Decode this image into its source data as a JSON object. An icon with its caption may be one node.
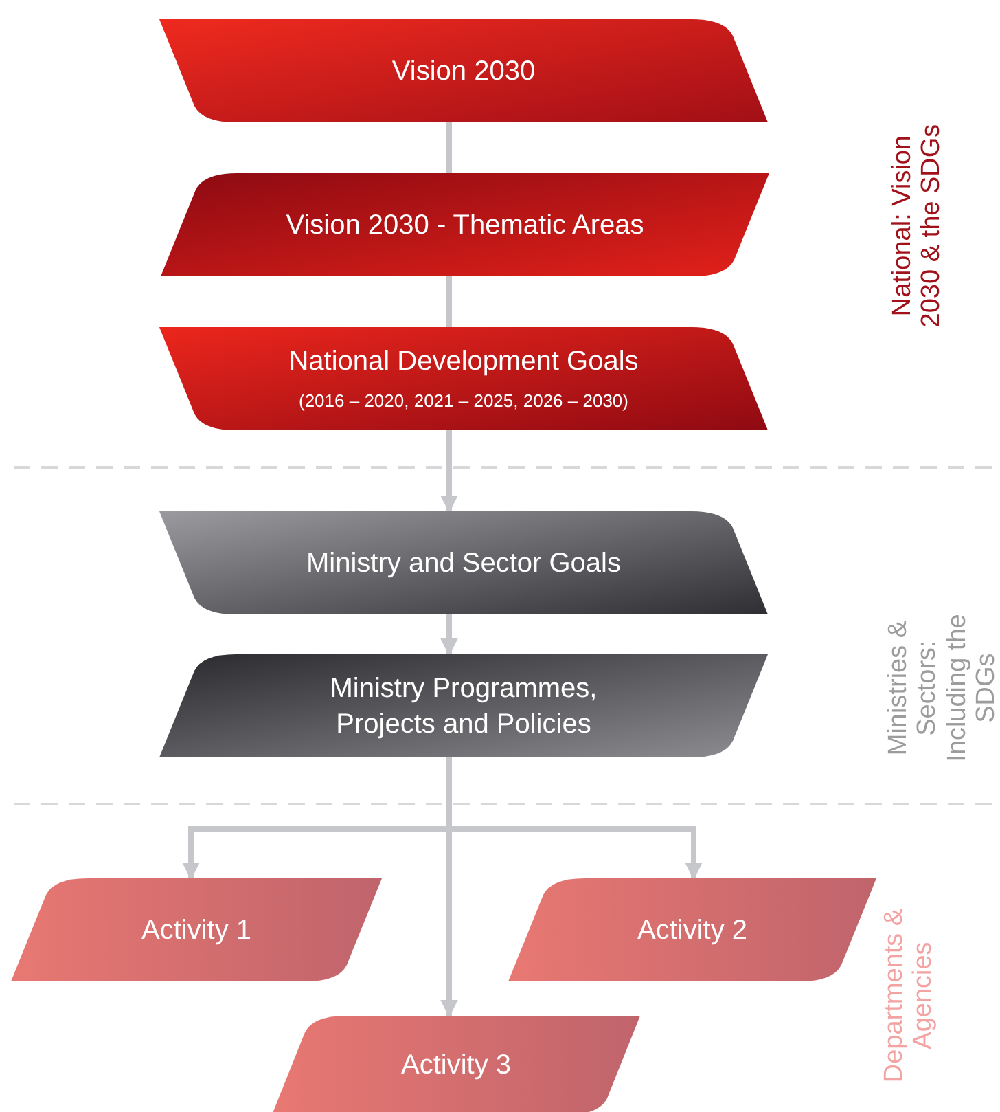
{
  "diagram": {
    "nodes": [
      {
        "text": [
          "Vision 2030"
        ]
      },
      {
        "text": [
          "Vision 2030 - Thematic Areas"
        ]
      },
      {
        "text": [
          "National Development Goals",
          "(2016 – 2020, 2021 – 2025, 2026 – 2030)"
        ]
      },
      {
        "text": [
          "Ministry and Sector Goals"
        ]
      },
      {
        "text": [
          "Ministry Programmes, Projects and Policies"
        ]
      },
      {
        "text": [
          "Activity 1"
        ]
      },
      {
        "text": [
          "Activity 2"
        ]
      },
      {
        "text": [
          "Activity 3"
        ]
      }
    ],
    "edges": [
      {
        "from": 0,
        "to": 1,
        "arrow": "none"
      },
      {
        "from": 1,
        "to": 2,
        "arrow": "none"
      },
      {
        "from": 2,
        "to": 3,
        "arrow": "to"
      },
      {
        "from": 3,
        "to": 4,
        "arrow": "to"
      },
      {
        "from": 4,
        "to": 5,
        "arrow": "to"
      },
      {
        "from": 4,
        "to": 6,
        "arrow": "to"
      },
      {
        "from": 4,
        "to": 7,
        "arrow": "to"
      }
    ],
    "labels": [
      "National: Vision 2030 & the SDGs",
      "Ministries & Sectors: Including the SDGs",
      "Departments & Agencies"
    ]
  }
}
